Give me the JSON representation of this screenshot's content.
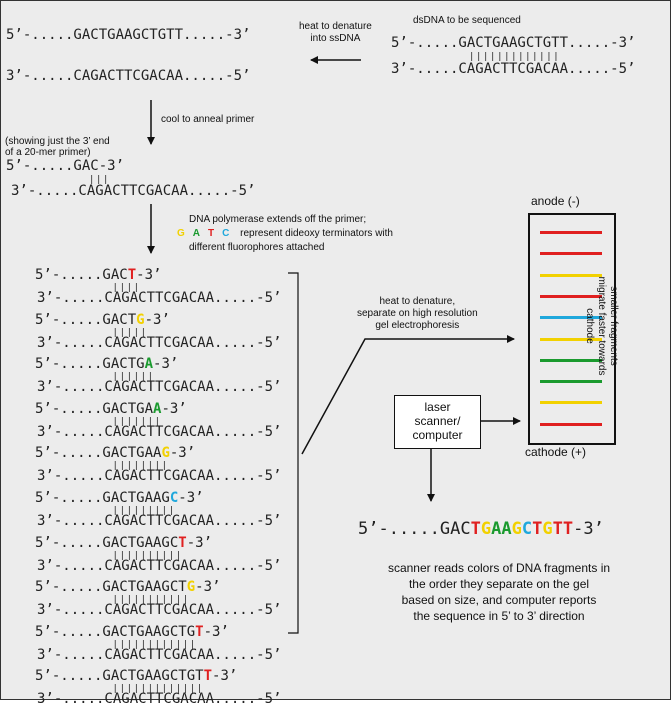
{
  "top": {
    "ds_title": "dsDNA to be sequenced",
    "denature_label": "heat to denature\ninto ssDNA",
    "ds_top": "5’-.....GACTGAAGCTGTT.....-3’",
    "ds_ticks": "|||||||||||||",
    "ds_bottom": "3’-.....CAGACTTCGACAA.....-5’",
    "ss_top": "5’-.....GACTGAAGCTGTT.....-3’",
    "ss_bottom": "3’-.....CAGACTTCGACAA.....-5’"
  },
  "anneal": {
    "step_label": "cool to anneal primer",
    "note": "(showing just the 3’ end\nof a 20-mer primer)",
    "primer_top": "5’-.....GAC-3’",
    "primer_ticks": "|||",
    "template": "3’-.....CAGACTTCGACAA.....-5’"
  },
  "extend": {
    "label_line1": "DNA polymerase extends off the primer;",
    "label_line2_rest": " represent dideoxy terminators with",
    "label_line3": "different fluorophores attached",
    "legend": [
      {
        "base": "G",
        "color": "#f2d100"
      },
      {
        "base": "A",
        "color": "#1a9a2e"
      },
      {
        "base": "T",
        "color": "#e02020"
      },
      {
        "base": "C",
        "color": "#20a8dc"
      }
    ]
  },
  "fragments": {
    "prefix": "5’-.....GAC",
    "suffix": "-3’",
    "template": "3’-.....CAGACTTCGACAA.....-5’",
    "items": [
      {
        "mid": "",
        "term": "T",
        "ticks": "||||"
      },
      {
        "mid": "T",
        "term": "G",
        "ticks": "|||||"
      },
      {
        "mid": "TG",
        "term": "A",
        "ticks": "||||||"
      },
      {
        "mid": "TGA",
        "term": "A",
        "ticks": "|||||||"
      },
      {
        "mid": "TGAA",
        "term": "G",
        "ticks": "||||||||"
      },
      {
        "mid": "TGAAG",
        "term": "C",
        "ticks": "|||||||||"
      },
      {
        "mid": "TGAAGC",
        "term": "T",
        "ticks": "||||||||||"
      },
      {
        "mid": "TGAAGCT",
        "term": "G",
        "ticks": "|||||||||||"
      },
      {
        "mid": "TGAAGCTG",
        "term": "T",
        "ticks": "||||||||||||"
      },
      {
        "mid": "TGAAGCTGT",
        "term": "T",
        "ticks": "|||||||||||||"
      }
    ]
  },
  "gel": {
    "anode_label": "anode (-)",
    "cathode_label": "cathode (+)",
    "migrate_label": "smaller fragments\nmigrate faster towards\ncathode",
    "electrophoresis_label": "heat to denature,\nseparate on high resolution\ngel electrophoresis",
    "bands": [
      "#e02020",
      "#e02020",
      "#f2d100",
      "#e02020",
      "#20a8dc",
      "#f2d100",
      "#1a9a2e",
      "#1a9a2e",
      "#f2d100",
      "#e02020"
    ]
  },
  "scanner": {
    "box_label": "laser\nscanner/\ncomputer",
    "result_prefix": "5’-.....GAC",
    "result_suffix": "-3’",
    "result_bases": [
      {
        "b": "T",
        "c": "#e02020"
      },
      {
        "b": "G",
        "c": "#f2d100"
      },
      {
        "b": "A",
        "c": "#1a9a2e"
      },
      {
        "b": "A",
        "c": "#1a9a2e"
      },
      {
        "b": "G",
        "c": "#f2d100"
      },
      {
        "b": "C",
        "c": "#20a8dc"
      },
      {
        "b": "T",
        "c": "#e02020"
      },
      {
        "b": "G",
        "c": "#f2d100"
      },
      {
        "b": "T",
        "c": "#e02020"
      },
      {
        "b": "T",
        "c": "#e02020"
      }
    ],
    "caption": "scanner reads colors of DNA fragments in\nthe order they separate on the gel\nbased on size, and computer reports\nthe sequence in 5’ to 3’ direction"
  }
}
